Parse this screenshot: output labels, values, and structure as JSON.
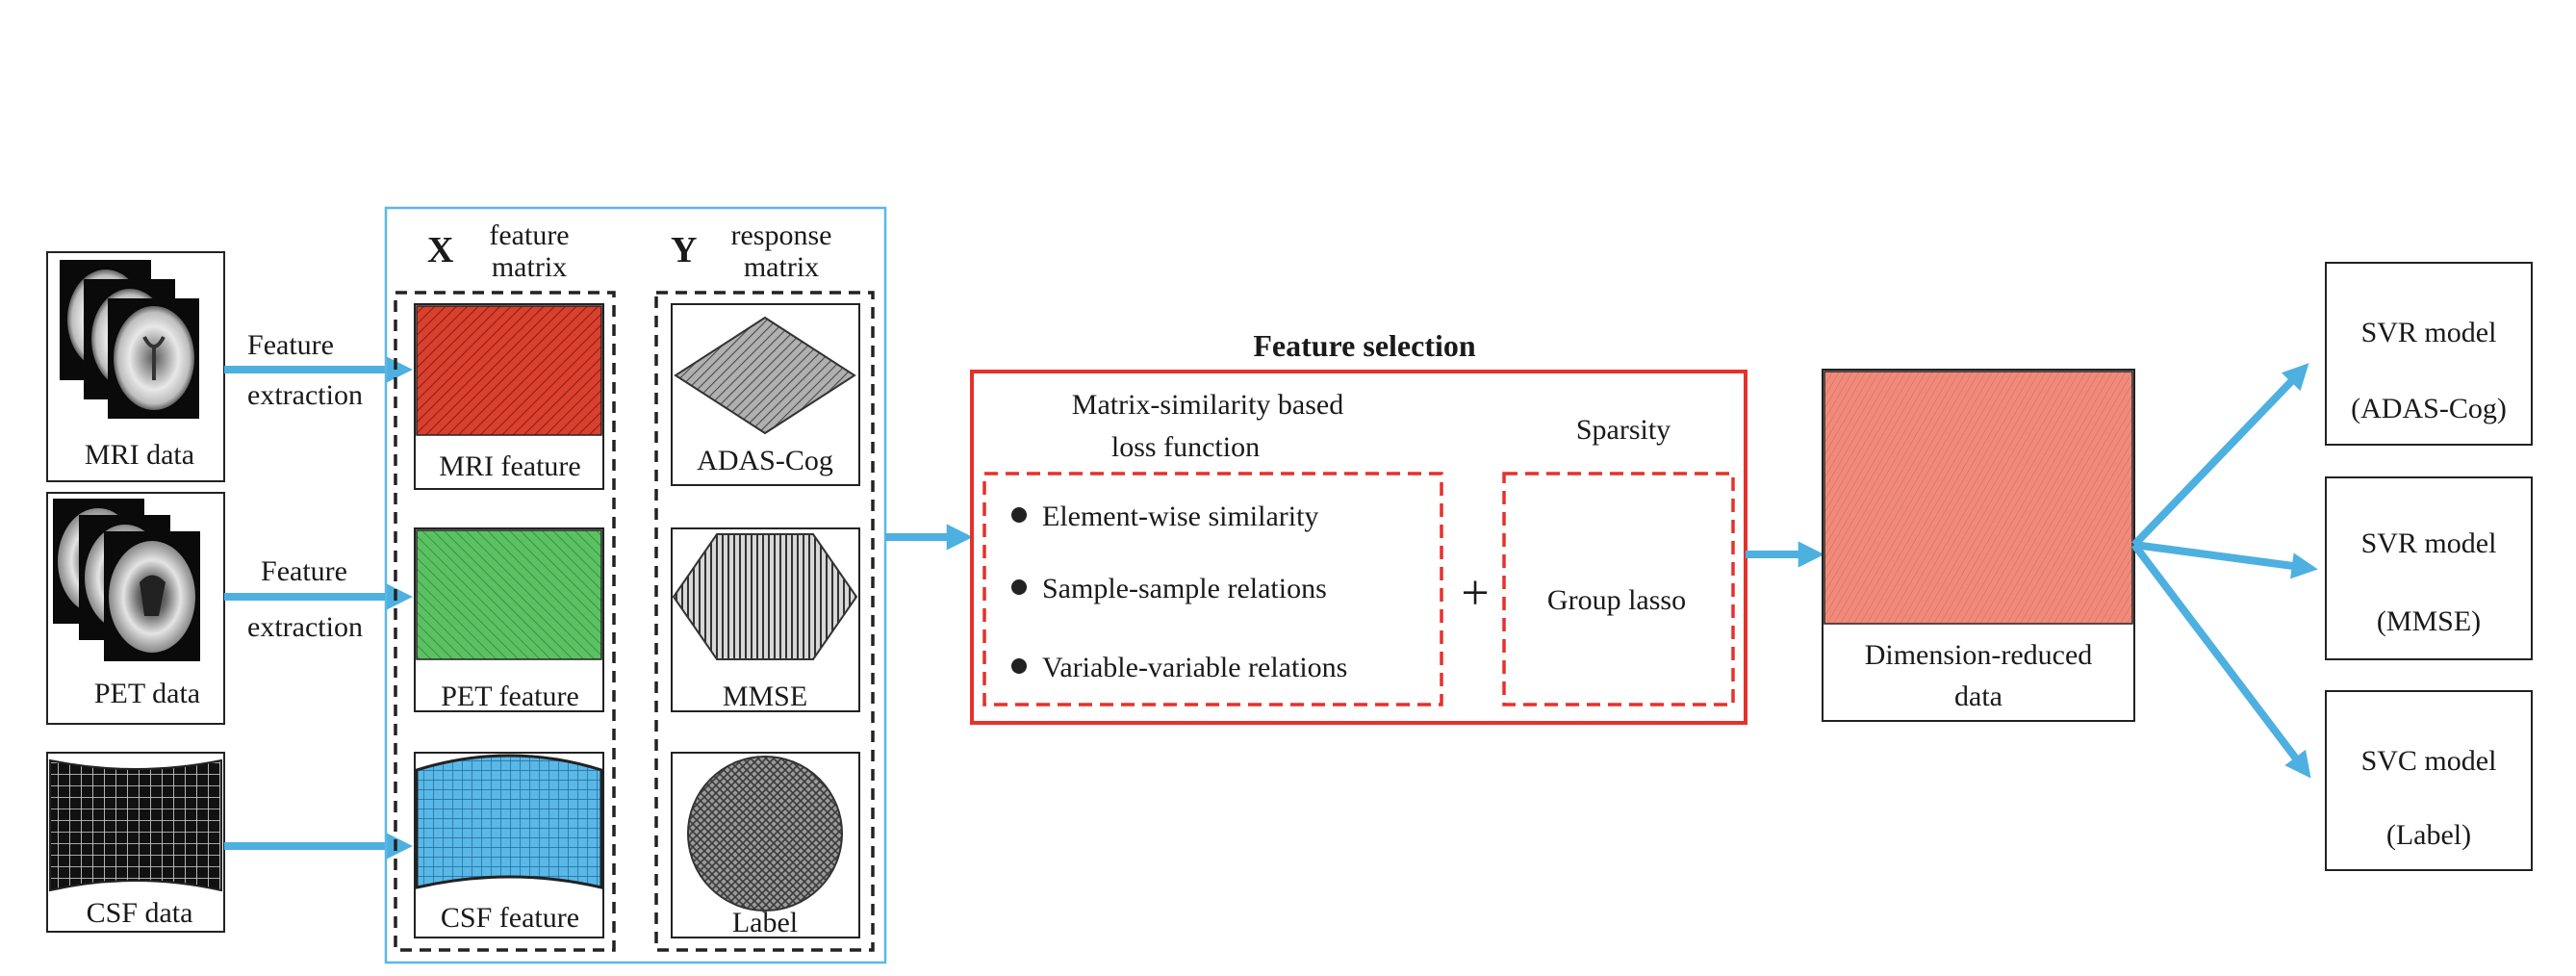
{
  "inputs": {
    "mri_label": "MRI data",
    "pet_label": "PET data",
    "csf_label": "CSF data",
    "feature_extraction": [
      "Feature",
      "extraction"
    ]
  },
  "matrices": {
    "x_symbol": "X",
    "x_caption": [
      "feature",
      "matrix"
    ],
    "y_symbol": "Y",
    "y_caption": [
      "response",
      "matrix"
    ],
    "features": [
      "MRI feature",
      "PET feature",
      "CSF feature"
    ],
    "responses": [
      "ADAS-Cog",
      "MMSE",
      "Label"
    ]
  },
  "feature_selection": {
    "title": "Feature selection",
    "loss_title": [
      "Matrix-similarity based",
      "loss function"
    ],
    "loss_items": [
      "Element-wise similarity",
      "Sample-sample relations",
      "Variable-variable relations"
    ],
    "plus": "+",
    "sparsity_title": "Sparsity",
    "sparsity_item": "Group lasso"
  },
  "reduced": {
    "label": [
      "Dimension-reduced",
      "data"
    ]
  },
  "models": [
    {
      "line1": "SVR model",
      "line2": "(ADAS-Cog)"
    },
    {
      "line1": "SVR model",
      "line2": "(MMSE)"
    },
    {
      "line1": "SVC model",
      "line2": "(Label)"
    }
  ],
  "colors": {
    "arrow": "#4db0e0",
    "panel_border": "#5bb8e6",
    "selection_border": "#e8302a",
    "mri_fill": "#d9402e",
    "pet_fill": "#5cc163",
    "csf_fill": "#5ab8e8",
    "reduced_fill": "#f08a7a"
  },
  "icons": [
    "brain-mri-icon",
    "brain-pet-icon",
    "csf-grid-icon",
    "diamond-shape",
    "hexagon-shape",
    "circle-shape"
  ]
}
